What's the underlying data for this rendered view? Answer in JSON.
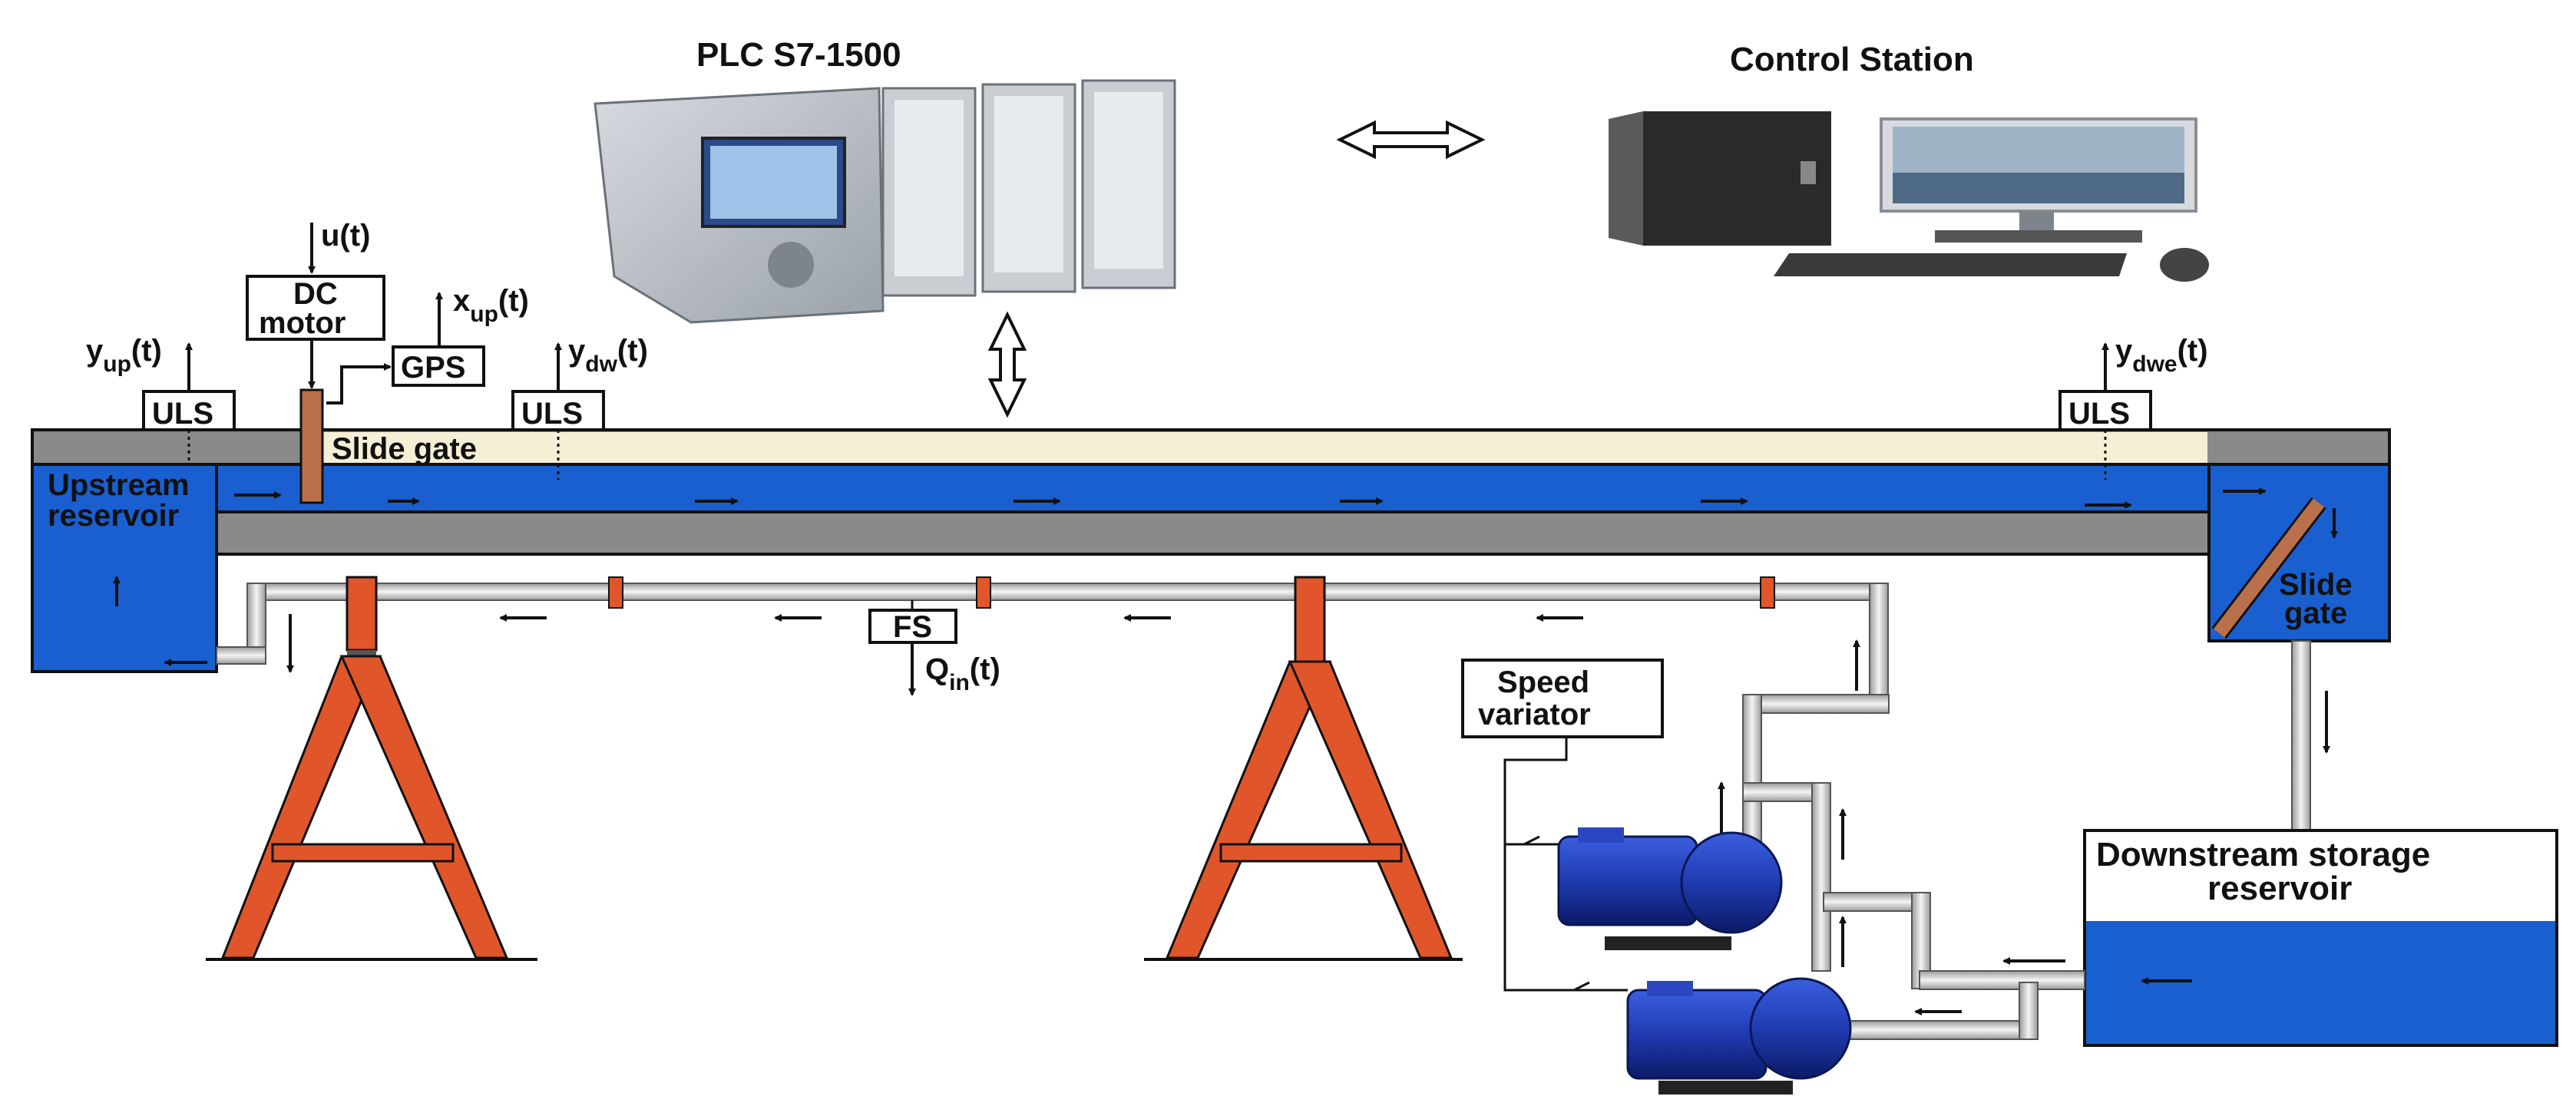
{
  "labels": {
    "plc": "PLC S7-1500",
    "control_station": "Control Station",
    "dc_motor_line1": "DC",
    "dc_motor_line2": "motor",
    "gps": "GPS",
    "uls": "ULS",
    "slide_gate": "Slide gate",
    "slide_gate_right_line1": "Slide",
    "slide_gate_right_line2": "gate",
    "upstream_line1": "Upstream",
    "upstream_line2": "reservoir",
    "fs": "FS",
    "speed_line1": "Speed",
    "speed_line2": "variator",
    "downstream_line1": "Downstream storage",
    "downstream_line2": "reservoir"
  },
  "signals": {
    "u": "u(t)",
    "x_main": "x",
    "x_sub": "up",
    "yup_main": "y",
    "yup_sub": "up",
    "ydw_main": "y",
    "ydw_sub": "dw",
    "ydwe_main": "y",
    "ydwe_sub": "dwe",
    "q_main": "Q",
    "q_sub": "in",
    "t_suffix": "(t)"
  },
  "colors": {
    "water": "#1a5fd0",
    "frame": "#e0562a",
    "channel_grey": "#8a8a8a",
    "air": "#f5efd6",
    "gate": "#b9704b"
  }
}
